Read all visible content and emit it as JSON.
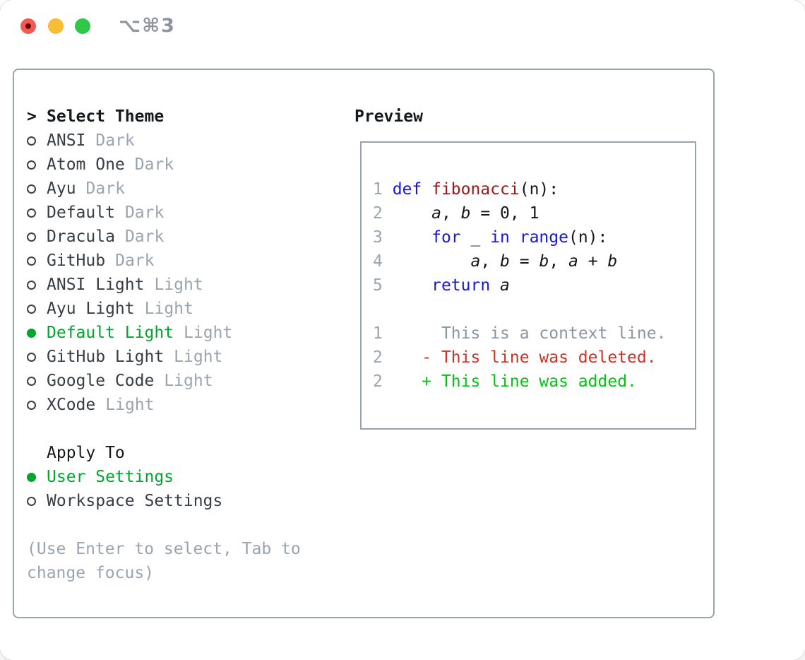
{
  "window": {
    "shortcut_label": "⌥⌘3",
    "traffic_lights": [
      {
        "name": "close",
        "edited_dot": true
      },
      {
        "name": "minimize",
        "edited_dot": false
      },
      {
        "name": "zoom",
        "edited_dot": false
      }
    ]
  },
  "theme_panel": {
    "header_prefix": ">",
    "header": "Select Theme",
    "items": [
      {
        "label": "ANSI",
        "tag": "Dark",
        "selected": false
      },
      {
        "label": "Atom One",
        "tag": "Dark",
        "selected": false
      },
      {
        "label": "Ayu",
        "tag": "Dark",
        "selected": false
      },
      {
        "label": "Default",
        "tag": "Dark",
        "selected": false
      },
      {
        "label": "Dracula",
        "tag": "Dark",
        "selected": false
      },
      {
        "label": "GitHub",
        "tag": "Dark",
        "selected": false
      },
      {
        "label": "ANSI Light",
        "tag": "Light",
        "selected": false
      },
      {
        "label": "Ayu Light",
        "tag": "Light",
        "selected": false
      },
      {
        "label": "Default Light",
        "tag": "Light",
        "selected": true
      },
      {
        "label": "GitHub Light",
        "tag": "Light",
        "selected": false
      },
      {
        "label": "Google Code",
        "tag": "Light",
        "selected": false
      },
      {
        "label": "XCode",
        "tag": "Light",
        "selected": false
      }
    ]
  },
  "apply_panel": {
    "header": "Apply To",
    "options": [
      {
        "label": "User Settings",
        "selected": true
      },
      {
        "label": "Workspace Settings",
        "selected": false
      }
    ]
  },
  "help_text": {
    "line1": "(Use Enter to select, Tab to",
    "line2": "change focus)"
  },
  "preview": {
    "header": "Preview",
    "lines": [
      [
        [
          "ln",
          "1 "
        ],
        [
          "kw",
          "def "
        ],
        [
          "fn",
          "fibonacci"
        ],
        [
          "pl",
          "(n):"
        ]
      ],
      [
        [
          "ln",
          "2 "
        ],
        [
          "pl",
          "    "
        ],
        [
          "va",
          "a"
        ],
        [
          "pl",
          ", "
        ],
        [
          "va",
          "b"
        ],
        [
          "pl",
          " = 0, 1"
        ]
      ],
      [
        [
          "ln",
          "3 "
        ],
        [
          "pl",
          "    "
        ],
        [
          "kw",
          "for "
        ],
        [
          "pl",
          "_ "
        ],
        [
          "kw",
          "in "
        ],
        [
          "kw",
          "range"
        ],
        [
          "pl",
          "(n):"
        ]
      ],
      [
        [
          "ln",
          "4 "
        ],
        [
          "pl",
          "        "
        ],
        [
          "va",
          "a"
        ],
        [
          "pl",
          ", "
        ],
        [
          "va",
          "b"
        ],
        [
          "pl",
          " = "
        ],
        [
          "va",
          "b"
        ],
        [
          "pl",
          ", "
        ],
        [
          "va",
          "a"
        ],
        [
          "pl",
          " + "
        ],
        [
          "va",
          "b"
        ]
      ],
      [
        [
          "ln",
          "5 "
        ],
        [
          "pl",
          "    "
        ],
        [
          "kw",
          "return "
        ],
        [
          "va",
          "a"
        ]
      ],
      [],
      [
        [
          "ln",
          "1"
        ],
        [
          "pl",
          "      "
        ],
        [
          "ctx",
          "This is a context line."
        ]
      ],
      [
        [
          "ln",
          "2"
        ],
        [
          "pl",
          "    "
        ],
        [
          "del",
          "- This line was deleted."
        ]
      ],
      [
        [
          "ln",
          "2"
        ],
        [
          "pl",
          "    "
        ],
        [
          "add",
          "+ This line was added."
        ]
      ]
    ]
  },
  "colors": {
    "accent_green": "#00a42e",
    "added_green": "#00c40e",
    "deleted_red": "#cd3124",
    "keyword_blue": "#1414f0",
    "function_red": "#a31515",
    "muted_gray": "#9aa4b0",
    "border_gray": "#9aa3b0",
    "traffic_red": "#f25a51",
    "traffic_yellow": "#f7bd35",
    "traffic_green": "#2ec748"
  }
}
